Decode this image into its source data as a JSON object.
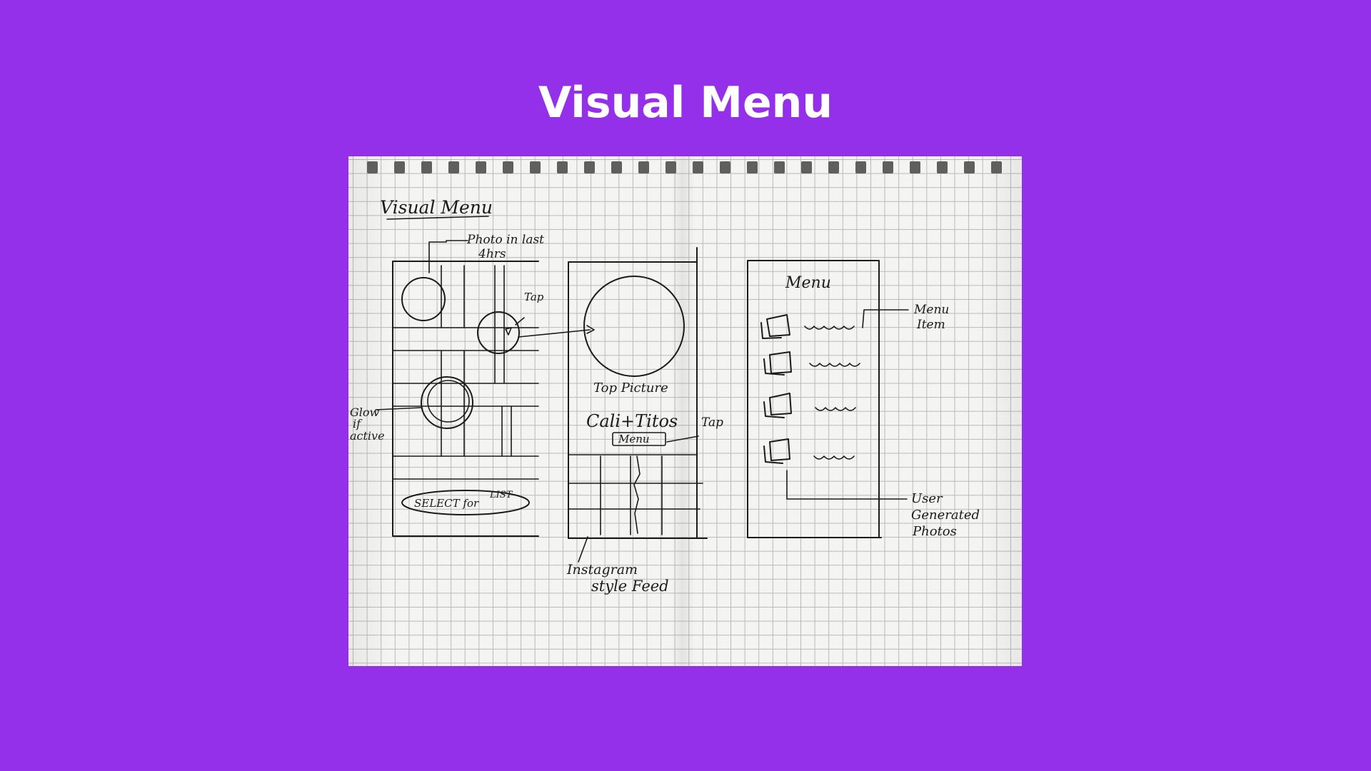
{
  "slide": {
    "title": "Visual Menu",
    "background_color": "#9530ea",
    "title_color": "#ffffff"
  },
  "sketch": {
    "heading": "Visual Menu",
    "screen1": {
      "annotation_photo": "Photo in last",
      "annotation_photo_2": "4hrs",
      "annotation_tap": "Tap",
      "annotation_glow_1": "Glow",
      "annotation_glow_2": "if",
      "annotation_glow_3": "active",
      "select_button_main": "SELECT for",
      "select_button_word": "LIST"
    },
    "screen2": {
      "top_picture_label": "Top Picture",
      "venue_name": "Cali+Titos",
      "menu_button": "Menu",
      "annotation_tap": "Tap",
      "feed_label_1": "Instagram",
      "feed_label_2": "style Feed"
    },
    "screen3": {
      "heading": "Menu",
      "annotation_item_1": "Menu",
      "annotation_item_2": "Item",
      "annotation_user_1": "User",
      "annotation_user_2": "Generated",
      "annotation_user_3": "Photos"
    }
  }
}
